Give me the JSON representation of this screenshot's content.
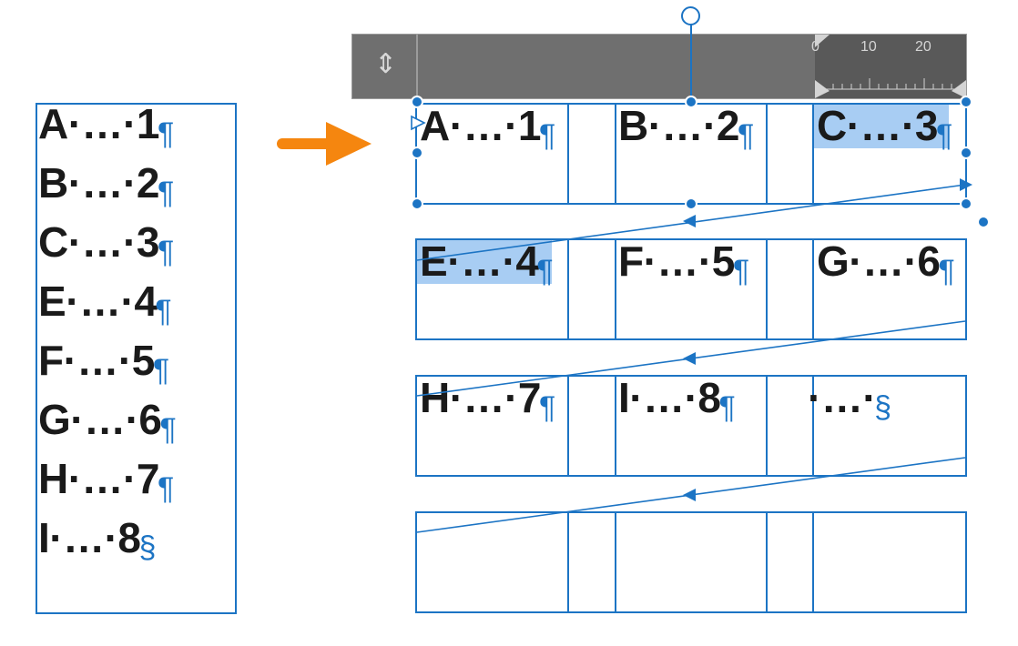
{
  "colors": {
    "frame_blue": "#1c74c4",
    "selection": "#a8cdf3",
    "ruler_bg": "#6f6f6f",
    "ruler_scale_bg": "#595959",
    "arrow_orange": "#f5860f",
    "text": "#1a1a1a"
  },
  "icons": {
    "ruler_grip": "vertical-resize-icon",
    "flow_arrow": "right-arrow-icon",
    "paragraph_mark": "pilcrow-icon",
    "section_mark": "section-sign-icon"
  },
  "marks": {
    "paragraph": "¶",
    "section": "§",
    "tab_leader": "·…·",
    "grip": "⇕"
  },
  "ruler": {
    "ticks": [
      "0",
      "10",
      "20"
    ]
  },
  "source_frame": {
    "entries": [
      {
        "letter": "A",
        "num": "1",
        "end": "¶"
      },
      {
        "letter": "B",
        "num": "2",
        "end": "¶"
      },
      {
        "letter": "C",
        "num": "3",
        "end": "¶"
      },
      {
        "letter": "E",
        "num": "4",
        "end": "¶"
      },
      {
        "letter": "F",
        "num": "5",
        "end": "¶"
      },
      {
        "letter": "G",
        "num": "6",
        "end": "¶"
      },
      {
        "letter": "H",
        "num": "7",
        "end": "¶"
      },
      {
        "letter": "I",
        "num": "8",
        "end": "§"
      }
    ]
  },
  "target_frames": {
    "rows": [
      [
        {
          "letter": "A",
          "num": "1",
          "end": "¶",
          "selected": false
        },
        {
          "letter": "B",
          "num": "2",
          "end": "¶",
          "selected": false
        },
        {
          "letter": "C",
          "num": "3",
          "end": "¶",
          "selected": true
        }
      ],
      [
        {
          "letter": "E",
          "num": "4",
          "end": "¶",
          "selected": true
        },
        {
          "letter": "F",
          "num": "5",
          "end": "¶",
          "selected": false
        },
        {
          "letter": "G",
          "num": "6",
          "end": "¶",
          "selected": false
        }
      ],
      [
        {
          "letter": "H",
          "num": "7",
          "end": "¶",
          "selected": false
        },
        {
          "letter": "I",
          "num": "8",
          "end": "¶",
          "selected": false
        },
        {
          "letter": "",
          "num": "",
          "end": "§",
          "selected": false
        }
      ],
      [
        {
          "letter": "",
          "num": "",
          "end": "",
          "selected": false
        },
        {
          "letter": "",
          "num": "",
          "end": "",
          "selected": false
        },
        {
          "letter": "",
          "num": "",
          "end": "",
          "selected": false
        }
      ]
    ]
  }
}
